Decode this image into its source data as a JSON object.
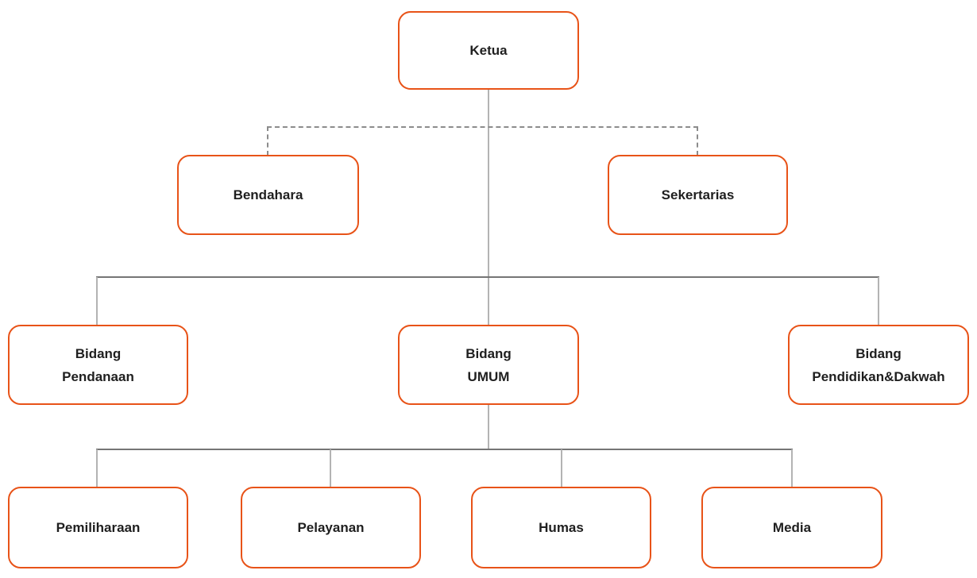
{
  "diagram": {
    "type": "org-chart",
    "nodes": [
      {
        "id": "ketua",
        "label": "Ketua",
        "level": 1,
        "parent": null,
        "link_style": "solid"
      },
      {
        "id": "bendahara",
        "label": "Bendahara",
        "level": 2,
        "parent": "ketua",
        "link_style": "dashed"
      },
      {
        "id": "sekertarias",
        "label": "Sekertarias",
        "level": 2,
        "parent": "ketua",
        "link_style": "dashed"
      },
      {
        "id": "bidang-pendanaan",
        "label": "Bidang\nPendanaan",
        "level": 3,
        "parent": "ketua",
        "link_style": "solid"
      },
      {
        "id": "bidang-umum",
        "label": "Bidang\nUMUM",
        "level": 3,
        "parent": "ketua",
        "link_style": "solid"
      },
      {
        "id": "bidang-pendidikan-dakwah",
        "label": "Bidang\nPendidikan&Dakwah",
        "level": 3,
        "parent": "ketua",
        "link_style": "solid"
      },
      {
        "id": "pemiliharaan",
        "label": "Pemiliharaan",
        "level": 4,
        "parent": "bidang-umum",
        "link_style": "solid"
      },
      {
        "id": "pelayanan",
        "label": "Pelayanan",
        "level": 4,
        "parent": "bidang-umum",
        "link_style": "solid"
      },
      {
        "id": "humas",
        "label": "Humas",
        "level": 4,
        "parent": "bidang-umum",
        "link_style": "solid"
      },
      {
        "id": "media",
        "label": "Media",
        "level": 4,
        "parent": "bidang-umum",
        "link_style": "solid"
      }
    ],
    "colors": {
      "node_border": "#E85318",
      "node_fill": "#FFFFFF",
      "label_text": "#1F1F1F",
      "connector_vertical": "#B3B3B3",
      "connector_horizontal": "#757575",
      "connector_dashed": "#8C8C8C"
    }
  }
}
